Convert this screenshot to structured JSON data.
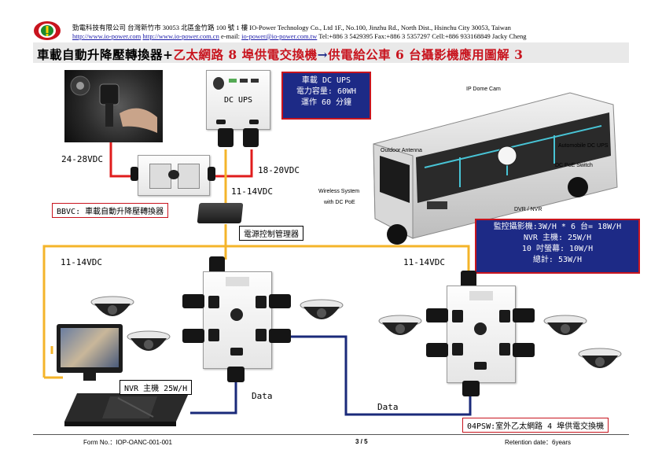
{
  "header": {
    "company_line": "勁電科技有限公司  台灣新竹市 30053 北區金竹路 100 號 1 樓 IO-Power Technology Co., Ltd    1F., No.100, Jinzhu Rd., North Dist., Hsinchu City 30053, Taiwan",
    "url1": "http://www.io-power.com",
    "url2": "http://www.io-power.com.cn",
    "email_label": "e-mail:",
    "email": "io-power@io-power.com.tw",
    "contact": "Tel:+886 3 5429395 Fax:+886 3 5357297 Cell:+886 933168849 Jacky Cheng"
  },
  "title": {
    "part1": "車載自動升降壓轉換器+",
    "part2": "乙太網路 8 埠供電交換機",
    "arrow": "→",
    "part3": "供電給公車 6 台攝影機應用圖解 3"
  },
  "ups_box": {
    "line1": "車載 DC UPS",
    "line2": "電力容量: 60WH",
    "line3": "運作 60 分鐘"
  },
  "dc_ups_label": "DC UPS",
  "labels": {
    "v24_28": "24-28VDC",
    "v18_20": "18-20VDC",
    "v11_14_a": "11-14VDC",
    "v11_14_left": "11-14VDC",
    "v11_14_right": "11-14VDC",
    "data_left": "Data",
    "data_right": "Data"
  },
  "bbvc_label": "BBVC: 車載自動升降壓轉換器",
  "power_mgr_label": "電源控制管理器",
  "nvr_label": "NVR 主機 25W/H",
  "psw_label": "04PSW:室外乙太網路 4 埠供電交換機",
  "bus_labels": {
    "ip_dome": "IP Dome Cam",
    "outdoor_antenna": "Outdoor Antenna",
    "wireless_line1": "Wireless System",
    "wireless_line2": "with DC PoE",
    "auto_ups": "Automobile DC UPS",
    "poe_switch": "DC PoE Switch",
    "dvr": "DVR / NVR"
  },
  "power_summary": {
    "line1": "監控攝影機:3W/H * 6 台= 18W/H",
    "line2": "NVR 主機: 25W/H",
    "line3": "10 吋螢幕: 10W/H",
    "line4": "總計: 53W/H"
  },
  "footer": {
    "form_no": "Form No.：IOP-OANC-001-001",
    "page": "3 / 5",
    "retention": "Retention date：6years"
  },
  "colors": {
    "title_red": "#c8141e",
    "box_blue": "#1d2a86",
    "wire_red": "#e01c1c",
    "wire_yellow": "#f4b42a",
    "wire_blue": "#1a2a7a"
  },
  "icons": [
    "io-power-logo-icon",
    "gear-shift-photo",
    "bus-illustration",
    "dome-camera-icon",
    "monitor-icon"
  ]
}
